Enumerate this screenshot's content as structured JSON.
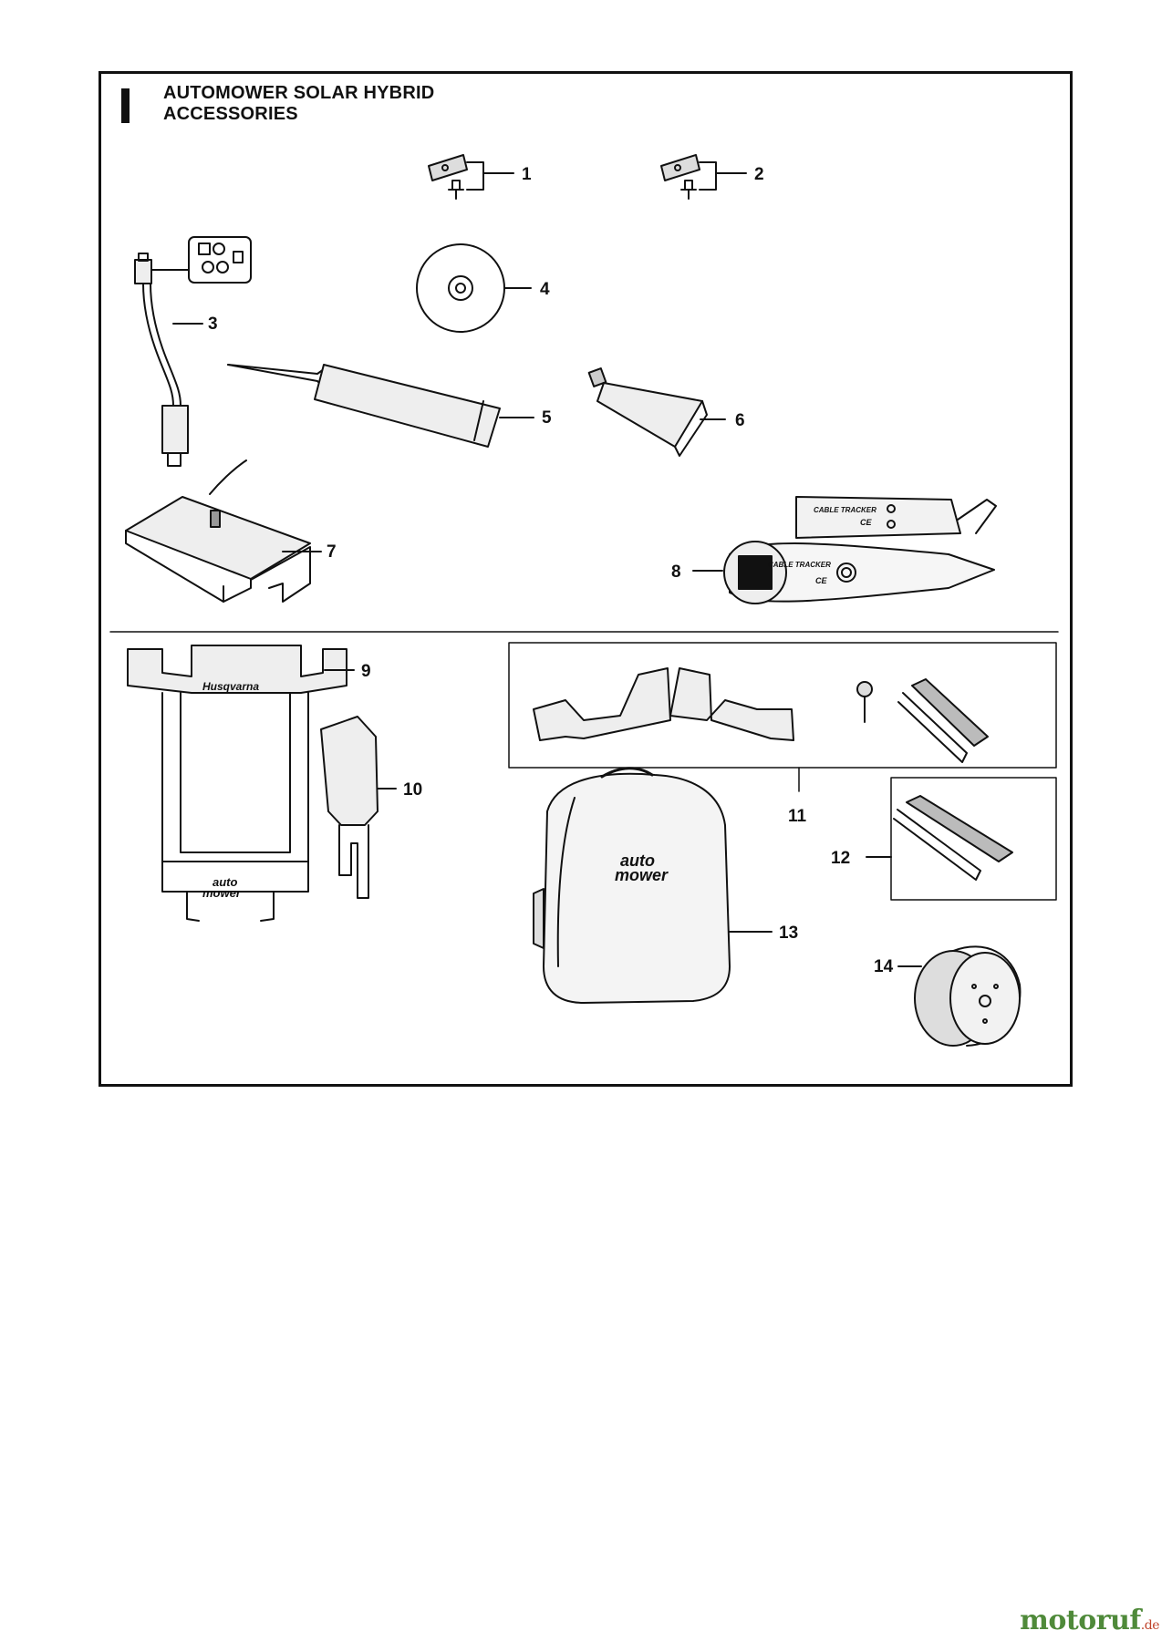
{
  "title": {
    "line1": "AUTOMOWER SOLAR HYBRID",
    "line2": "ACCESSORIES"
  },
  "callouts": [
    "1",
    "2",
    "3",
    "4",
    "5",
    "6",
    "7",
    "8",
    "9",
    "10",
    "11",
    "12",
    "13",
    "14"
  ],
  "part_markings": {
    "tracker_label": "CABLE TRACKER",
    "ce_mark": "CE",
    "brand_logo": "Husqvarna",
    "brand_auto": "auto",
    "brand_mower": "mower"
  },
  "watermark": {
    "main": "motoruf",
    "tld": ".de"
  },
  "colors": {
    "line": "#111111",
    "frame": "#111111",
    "fill_light": "#e8e8e8",
    "fill_mid": "#bdbdbd",
    "watermark_green": "#4f8a3a",
    "watermark_red": "#c0442c"
  }
}
